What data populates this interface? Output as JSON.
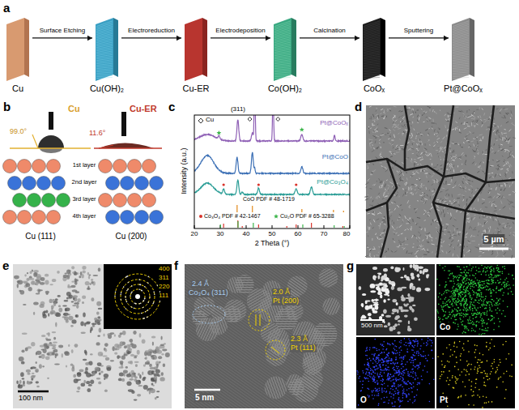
{
  "diagram": {
    "nodes": [
      {
        "text": [
          "Cu"
        ]
      },
      {
        "text": [
          "Cu(OH)₂"
        ]
      },
      {
        "text": [
          "Cu-ER"
        ]
      },
      {
        "text": [
          "Co(OH)₂"
        ]
      },
      {
        "text": [
          "CoOₓ"
        ]
      },
      {
        "text": [
          "Pt@CoOₓ"
        ]
      }
    ],
    "edges": [
      {
        "from": 0,
        "to": 1,
        "label": "Surface Etching",
        "arrow": "to"
      },
      {
        "from": 1,
        "to": 2,
        "label": "Electroreduction",
        "arrow": "to"
      },
      {
        "from": 2,
        "to": 3,
        "label": "Electrodeposition",
        "arrow": "to"
      },
      {
        "from": 3,
        "to": 4,
        "label": "Calcination",
        "arrow": "to"
      },
      {
        "from": 4,
        "to": 5,
        "label": "Sputtering",
        "arrow": "to"
      }
    ],
    "labels": [
      "a",
      "b",
      "c",
      "d",
      "e",
      "f",
      "g",
      "Cu",
      "99.0°",
      "Cu-ER",
      "11.6°",
      "1st layer",
      "2nd layer",
      "3rd layer",
      "4th layer",
      "Cu (111)",
      "Cu (200)",
      "Intensity (a.u.)",
      "2 Theta (°)",
      "20",
      "30",
      "40",
      "50",
      "60",
      "70",
      "80",
      "Cu",
      "(311)",
      "Pt@CoOₓ",
      "Pt@CoO",
      "Pt@Co₃O₄",
      "CoO PDF # 48-1719",
      "Co₃O₄ PDF # 42-1467",
      "Cu₂O PDF # 65-3288",
      "5 µm",
      "100 nm",
      "400",
      "311",
      "220",
      "111",
      "5 nm",
      "2.4 Å",
      "Co₃O₄ (311)",
      "2.0 Å",
      "Pt (200)",
      "2.3 Å",
      "Pt (111)",
      "500 nm",
      "Co",
      "O",
      "Pt"
    ]
  }
}
